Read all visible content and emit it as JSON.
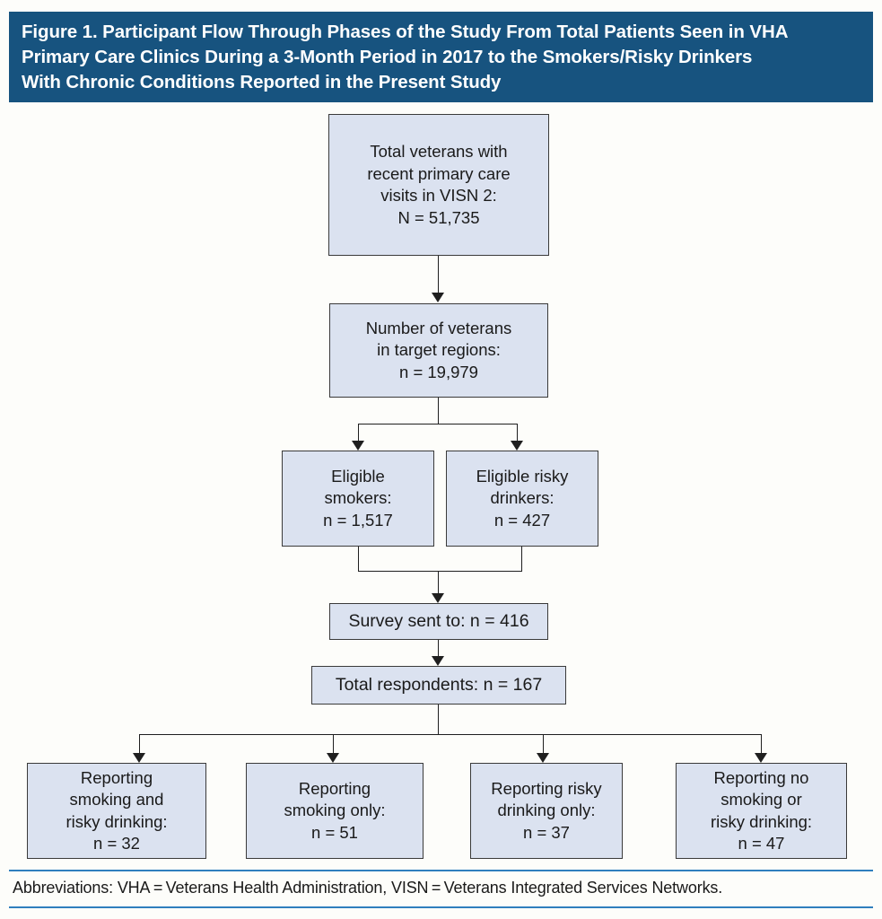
{
  "figure": {
    "title": "Figure 1. Participant Flow Through Phases of the Study From Total Patients Seen in VHA\nPrimary Care Clinics During a 3-Month Period in 2017 to the Smokers/Risky Drinkers\nWith Chronic Conditions Reported in the Present Study",
    "footnote": "Abbreviations: VHA = Veterans Health Administration, VISN = Veterans Integrated Services Networks."
  },
  "colors": {
    "banner_blue": "#17537f",
    "box_fill": "#dbe2f0",
    "box_border": "#3a3a3a",
    "connector": "#1f1f1f",
    "footer_rule": "#2f7fbe",
    "page_background": "#fdfdfa"
  },
  "chart_data": {
    "type": "diagram",
    "title": "Participant Flow Through Phases of the Study",
    "nodes": [
      {
        "id": "total-veterans",
        "label": "Total veterans with\nrecent primary care\nvisits in VISN 2:\nN = 51,735",
        "value": 51735,
        "count_label": "N = 51,735",
        "level": 0
      },
      {
        "id": "target-regions",
        "label": "Number of veterans\nin target regions:\nn = 19,979",
        "value": 19979,
        "count_label": "n = 19,979",
        "level": 1
      },
      {
        "id": "eligible-smokers",
        "label": "Eligible\nsmokers:\nn = 1,517",
        "value": 1517,
        "count_label": "n = 1,517",
        "level": 2
      },
      {
        "id": "eligible-risky-drinkers",
        "label": "Eligible risky\ndrinkers:\nn = 427",
        "value": 427,
        "count_label": "n = 427",
        "level": 2
      },
      {
        "id": "survey-sent",
        "label": "Survey sent to: n = 416",
        "value": 416,
        "count_label": "n = 416",
        "level": 3
      },
      {
        "id": "total-respondents",
        "label": "Total respondents: n = 167",
        "value": 167,
        "count_label": "n = 167",
        "level": 4
      },
      {
        "id": "smoking-and-risky-drinking",
        "label": "Reporting\nsmoking and\nrisky drinking:\nn = 32",
        "value": 32,
        "count_label": "n = 32",
        "level": 5
      },
      {
        "id": "smoking-only",
        "label": "Reporting\nsmoking only:\nn = 51",
        "value": 51,
        "count_label": "n = 51",
        "level": 5
      },
      {
        "id": "risky-drinking-only",
        "label": "Reporting risky\ndrinking only:\nn = 37",
        "value": 37,
        "count_label": "n = 37",
        "level": 5
      },
      {
        "id": "no-smoking-or-risky-drinking",
        "label": "Reporting no\nsmoking or\nrisky drinking:\nn = 47",
        "value": 47,
        "count_label": "n = 47",
        "level": 5
      }
    ],
    "edges": [
      {
        "from": "total-veterans",
        "to": "target-regions"
      },
      {
        "from": "target-regions",
        "to": "eligible-smokers"
      },
      {
        "from": "target-regions",
        "to": "eligible-risky-drinkers"
      },
      {
        "from": "eligible-smokers",
        "to": "survey-sent"
      },
      {
        "from": "eligible-risky-drinkers",
        "to": "survey-sent"
      },
      {
        "from": "survey-sent",
        "to": "total-respondents"
      },
      {
        "from": "total-respondents",
        "to": "smoking-and-risky-drinking"
      },
      {
        "from": "total-respondents",
        "to": "smoking-only"
      },
      {
        "from": "total-respondents",
        "to": "risky-drinking-only"
      },
      {
        "from": "total-respondents",
        "to": "no-smoking-or-risky-drinking"
      }
    ]
  }
}
